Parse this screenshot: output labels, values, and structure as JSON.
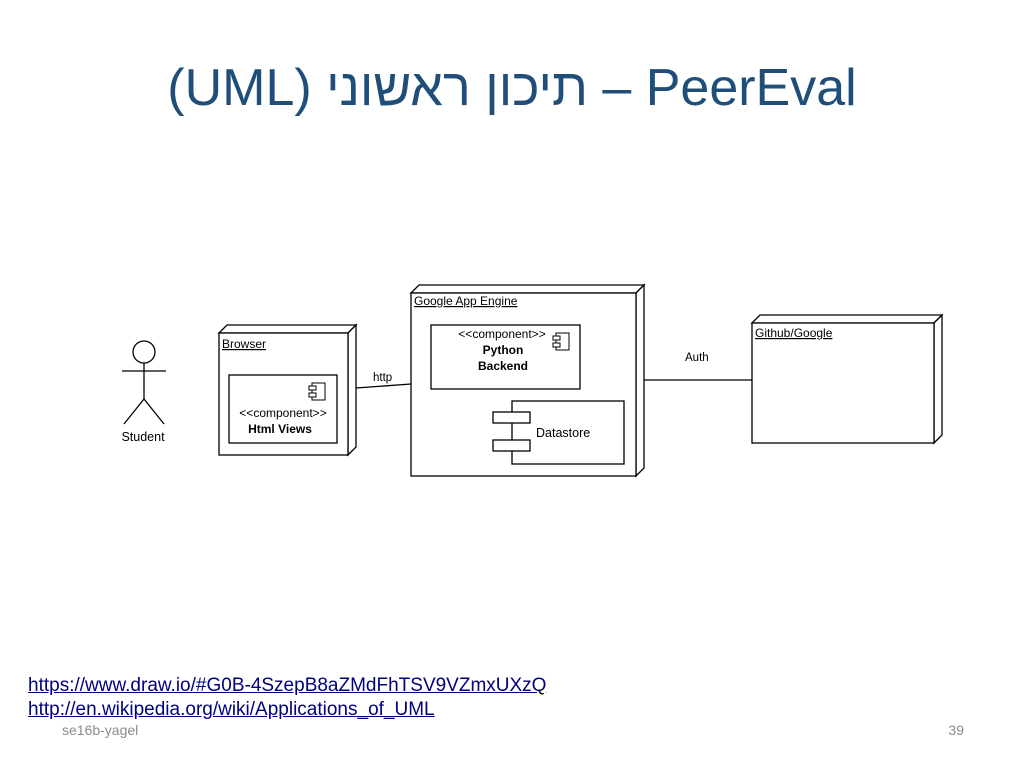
{
  "slide": {
    "title": "(UML) תיכון ראשוני – PeerEval",
    "footer_left": "se16b-yagel",
    "page_number": "39"
  },
  "diagram": {
    "actor": {
      "label": "Student"
    },
    "browser": {
      "label": "Browser"
    },
    "html_views": {
      "stereotype": "<<component>>",
      "name": "Html Views"
    },
    "gae": {
      "label": "Google App Engine"
    },
    "python_backend": {
      "stereotype": "<<component>>",
      "name_line1": "Python",
      "name_line2": "Backend"
    },
    "datastore": {
      "label": "Datastore"
    },
    "github": {
      "label": "Github/Google"
    },
    "http_label": "http",
    "auth_label": "Auth"
  },
  "links": [
    "https://www.draw.io/#G0B-4SzepB8aZMdFhTSV9VZmxUXzQ",
    "http://en.wikipedia.org/wiki/Applications_of_UML"
  ],
  "colors": {
    "title": "#1f4e79",
    "link": "#000080",
    "footer": "#8c8c8c",
    "diagram_line": "#000000"
  }
}
